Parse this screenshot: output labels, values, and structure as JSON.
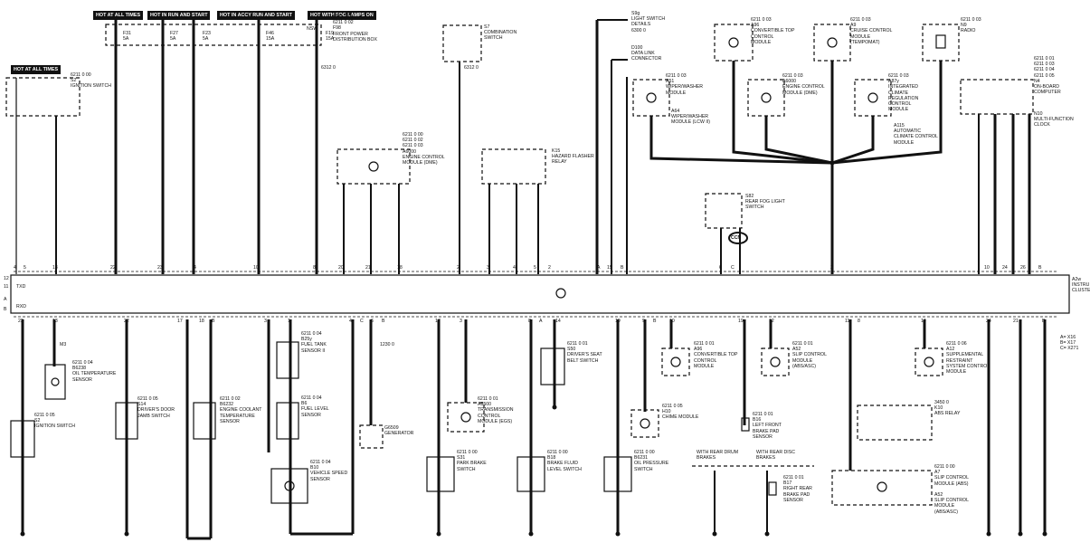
{
  "hot_labels": {
    "hot_at_all_times_top": "HOT AT ALL TIMES",
    "hot_in_run_start": "HOT IN RUN AND START",
    "hot_in_accy": "HOT IN ACCY RUN AND START",
    "hot_with_fog": "HOT WITH FOG LAMPS ON",
    "hot_at_all_times_left": "HOT AT ALL TIMES"
  },
  "fuses": {
    "f31": "F31\n5A",
    "f27": "F27\n5A",
    "f23": "F23\n5A",
    "f46": "F46\n15A",
    "f19": "F19\n15A",
    "nsw": "NSW"
  },
  "fuse_box": "6211 0 00\n6211 0 02\nF98\nFRONT POWER\nDISTRIBUTION BOX",
  "ref_6312_left": "6312 0",
  "ref_6312_right": "6312 0",
  "components_top": {
    "s2_ign_top": "6211 0 00\nS2\nIGNITION SWITCH",
    "s7": "S7\nCOMBINATION\nSWITCH",
    "a6000_top": "6211 0 00\n6211 0 02\n6211 0 03\nA6000\nENGINE CONTROL\nMODULE (DME)",
    "k15": "K15\nHAZARD FLASHER\nRELAY",
    "s9g": "S9g\nLIGHT SWITCH\nDETAILS\n6300 0",
    "d100": "D100\nDATA LINK\nCONNECTOR",
    "a51": "6211 0 03\nA51\nWIPER/WASHER\nMODULE",
    "a64": "A64\nWIPER/WASHER\nMODULE (LCW II)",
    "a96": "6211 0 03\nA96\nCONVERTIBLE TOP\nCONTROL\nMODULE",
    "a6000_mid": "6211 0 03\nA6000\nENGINE CONTROL\nMODULE (DME)",
    "a9": "6211 0 03\nA9\nCRUISE CONTROL\nMODULE\n(TEMPOMAT)",
    "a87y": "6211 0 03\nA87y\nINTEGRATED\nCLIMATE\nREGULATION\nCONTROL\nMODULE",
    "a115": "A115\nAUTOMATIC\nCLIMATE CONTROL\nMODULE",
    "n9": "6211 0 03\nN9\nRADIO",
    "n4": "6211 0 01\n6211 0 03\n6211 0 04\n6211 0 05\nN4\nON-BOARD\nCOMPUTER",
    "n10": "N10\nMULTI-FUNCTION\nCLOCK",
    "s82": "S82\nREAR FOG LIGHT\nSWITCH",
    "ccn": "CCN"
  },
  "cluster": {
    "a2w": "A2w\nINSTRU\nCLUSTE",
    "txd": "TXD",
    "rxd": "RXD",
    "pins_top": [
      "4",
      "5",
      "13",
      "22",
      "23",
      "4",
      "10",
      "8",
      "20",
      "21",
      "18",
      "2",
      "3",
      "4",
      "5",
      "2",
      "A",
      "15",
      "B",
      "6",
      "C",
      "2",
      "10",
      "24",
      "26",
      "B"
    ],
    "pins_bottom": [
      "22",
      "13",
      "22",
      "17",
      "18",
      "B",
      "3",
      "1",
      "4",
      "C",
      "6",
      "B",
      "17",
      "3",
      "8",
      "A",
      "14",
      "19",
      "9",
      "B",
      "10",
      "19",
      "12",
      "11",
      "8",
      "14",
      "24",
      "21",
      "B"
    ],
    "left_pins": [
      "12",
      "11",
      "A",
      "B"
    ]
  },
  "components_bottom": {
    "m3": "M3",
    "b6238": "6211 0 04\nB6238\nOIL TEMPERATURE\nSENSOR",
    "s2_ign_bot": "6211 0 05\nS2\nIGNITION SWITCH",
    "s14": "6211 0 05\nS14\nDRIVER'S DOOR\nJAMB SWITCH",
    "b6232": "6211 0 02\nB6232\nENGINE COOLANT\nTEMPERATURE\nSENSOR",
    "b25y": "6211 0 04\nB25y\nFUEL TANK\nSENSOR II",
    "b6": "6211 0 04\nB6\nFUEL LEVEL\nSENSOR",
    "b10": "6211 0 04\nB10\nVEHICLE SPEED\nSENSOR",
    "ref_1230": "1230 0",
    "g6509": "G6509\nGENERATOR",
    "a6500": "6211 0 01\nA6500\nTRANSMISSION\nCONTROL\nMODULE (EGS)",
    "s31": "6211 0 00\nS31\nPARK BRAKE\nSWITCH",
    "s50": "6211 0 01\nS50\nDRIVER'S SEAT\nBELT SWITCH",
    "b18": "6211 0 00\nB18\nBRAKE FLUID\nLEVEL SWITCH",
    "b6231": "6211 0 00\nB6231\nOIL PRESSURE\nSWITCH",
    "h10": "6211 0 05\nH10\nCHIME MODULE",
    "a96_bot": "6211 0 01\nA96\nCONVERTIBLE TOP\nCONTROL\nMODULE",
    "b16": "6211 0 01\nB16\nLEFT FRONT\nBRAKE PAD\nSENSOR",
    "rear_drum": "WITH REAR DRUM\nBRAKES",
    "rear_disc": "WITH REAR DISC\nBRAKES",
    "b17": "6211 0 01\nB17\nRIGHT REAR\nBRAKE PAD\nSENSOR",
    "a52": "6211 0 01\nA52\nSLIP CONTROL\nMODULE\n(ABS/ASC)",
    "a12": "6211 0 06\nA12\nSUPPLEMENTAL\nRESTRAINT\nSYSTEM CONTROL\nMODULE",
    "k10": "3450 0\nK10\nABS RELAY",
    "a7": "6211 0 00\nA7\nSLIP CONTROL\nMODULE (ABS)",
    "a52b": "A52\nSLIP CONTROL\nMODULE\n(ABS/ASC)",
    "legend": "A= X16\nB= X17\nC= X271"
  }
}
